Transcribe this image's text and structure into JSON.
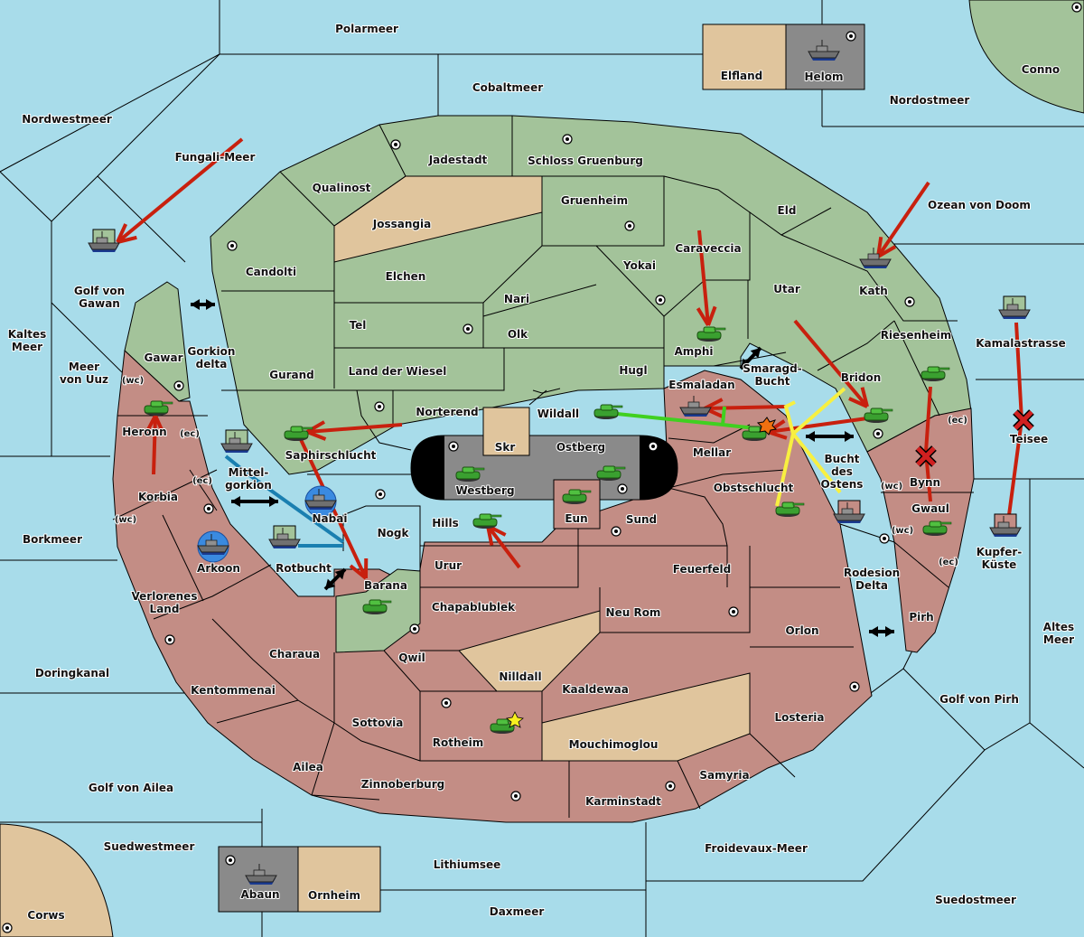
{
  "map": {
    "title": "Diplomacy-style board",
    "colors": {
      "sea": "#a8dcea",
      "power_green": "#a3c39a",
      "power_red": "#c38d85",
      "neutral_tan": "#e0c59d",
      "neutral_gray": "#8a8a8a",
      "order_move": "#c8200e",
      "order_support": "#f8f040",
      "order_support_green": "#40d020",
      "order_convoy": "#1a7fb0"
    },
    "seas": [
      "Polarmeer",
      "Cobaltmeer",
      "Nordwestmeer",
      "Fungali-Meer",
      "Nordostmeer",
      "Ozean von Doom",
      "Golf von Gawan",
      "Kaltes Meer",
      "Meer von Uuz",
      "Gorkion delta",
      "Mittel-gorkion",
      "Rotbucht",
      "Borkmeer",
      "Doringkanal",
      "Golf von Ailea",
      "Suedwestmeer",
      "Lithiumsee",
      "Daxmeer",
      "Froidevaux-Meer",
      "Suedostmeer",
      "Golf von Pirh",
      "Altes Meer",
      "Rodesion Delta",
      "Bucht des Ostens",
      "Smaragd-Bucht",
      "Kamalastrasse",
      "Teisee",
      "Kupfer-Küste"
    ],
    "labels": {
      "polarmeer": "Polarmeer",
      "cobaltmeer": "Cobaltmeer",
      "nordwestmeer": "Nordwestmeer",
      "fungali": "Fungali-Meer",
      "nordostmeer": "Nordostmeer",
      "ozean": "Ozean von Doom",
      "gawan1": "Golf von",
      "gawan2": "Gawan",
      "kaltes1": "Kaltes",
      "kaltes2": "Meer",
      "uuz1": "Meer",
      "uuz2": "von Uuz",
      "gorkion1": "Gorkion",
      "gorkion2": "delta",
      "mittel1": "Mittel-",
      "mittel2": "gorkion",
      "rotbucht": "Rotbucht",
      "borkmeer": "Borkmeer",
      "doringkanal": "Doringkanal",
      "ailea_golf": "Golf von Ailea",
      "suedwestmeer": "Suedwestmeer",
      "lithiumsee": "Lithiumsee",
      "daxmeer": "Daxmeer",
      "froidevaux": "Froidevaux-Meer",
      "suedostmeer": "Suedostmeer",
      "pirh_golf": "Golf von Pirh",
      "altes1": "Altes",
      "altes2": "Meer",
      "rodesion1": "Rodesion",
      "rodesion2": "Delta",
      "bucht1": "Bucht",
      "bucht2": "des",
      "bucht3": "Ostens",
      "smaragd1": "Smaragd-",
      "smaragd2": "Bucht",
      "kamala": "Kamalastrasse",
      "teisee": "Teisee",
      "kupfer1": "Kupfer-",
      "kupfer2": "Küste",
      "elfland": "Elfland",
      "helom": "Helom",
      "conno": "Conno",
      "abaun": "Abaun",
      "ornheim": "Ornheim",
      "corws": "Corws",
      "jadestadt": "Jadestadt",
      "schloss": "Schloss Gruenburg",
      "qualinost": "Qualinost",
      "jossangia": "Jossangia",
      "gruenheim": "Gruenheim",
      "candolti": "Candolti",
      "elchen": "Elchen",
      "caraveccia": "Caraveccia",
      "eld": "Eld",
      "yokai": "Yokai",
      "nari": "Nari",
      "tel": "Tel",
      "olk": "Olk",
      "utar": "Utar",
      "kath": "Kath",
      "amphi": "Amphi",
      "gurand": "Gurand",
      "wiesel": "Land der Wiesel",
      "hugl": "Hugl",
      "riesenheim": "Riesenheim",
      "gawar": "Gawar",
      "bridon": "Bridon",
      "norterend": "Norterend",
      "wildall": "Wildall",
      "esmaladan": "Esmaladan",
      "heronn": "Heronn",
      "saphir": "Saphirschlucht",
      "skr": "Skr",
      "ostberg": "Ostberg",
      "mellar": "Mellar",
      "westberg": "Westberg",
      "korbia": "Korbia",
      "nabai": "Nabai",
      "obstschlucht": "Obstschlucht",
      "bynn": "Bynn",
      "gwaul": "Gwaul",
      "hills": "Hills",
      "eun": "Eun",
      "sund": "Sund",
      "nogk": "Nogk",
      "arkoon": "Arkoon",
      "urur": "Urur",
      "feuerfeld": "Feuerfeld",
      "barana": "Barana",
      "verlorenes1": "Verlorenes",
      "verlorenes2": "Land",
      "chapablublek": "Chapablublek",
      "neurom": "Neu Rom",
      "orlon": "Orlon",
      "pirh": "Pirh",
      "charaua": "Charaua",
      "qwil": "Qwil",
      "nilldall": "Nilldall",
      "kentommenai": "Kentommenai",
      "kaaldewaa": "Kaaldewaa",
      "losteria": "Losteria",
      "sottovia": "Sottovia",
      "rotheim": "Rotheim",
      "mouchimoglou": "Mouchimoglou",
      "ailea": "Ailea",
      "samyria": "Samyria",
      "zinnoberburg": "Zinnoberburg",
      "karminstadt": "Karminstadt",
      "wc": "(wc)",
      "ec": "(ec)"
    },
    "units": [
      {
        "type": "fleet",
        "province": "Golf von Gawan",
        "owner": "green"
      },
      {
        "type": "fleet",
        "province": "Helom",
        "owner": "neutral"
      },
      {
        "type": "fleet",
        "province": "Kath",
        "owner": "green"
      },
      {
        "type": "fleet",
        "province": "Kamalastrasse",
        "owner": "green"
      },
      {
        "type": "army",
        "province": "Amphi",
        "owner": "green"
      },
      {
        "type": "army",
        "province": "Riesenheim",
        "owner": "green"
      },
      {
        "type": "army",
        "province": "Heronn",
        "owner": "green"
      },
      {
        "type": "fleet",
        "province": "Mittel-gorkion",
        "owner": "green"
      },
      {
        "type": "army",
        "province": "Saphirschlucht",
        "owner": "green"
      },
      {
        "type": "fleet",
        "province": "Nabai",
        "owner": "red",
        "circled": true
      },
      {
        "type": "fleet",
        "province": "Arkoon",
        "owner": "red",
        "circled": true
      },
      {
        "type": "fleet",
        "province": "Rotbucht",
        "owner": "green"
      },
      {
        "type": "army",
        "province": "Barana",
        "owner": "green"
      },
      {
        "type": "army",
        "province": "Wildall",
        "owner": "green"
      },
      {
        "type": "fleet",
        "province": "Esmaladan",
        "owner": "red"
      },
      {
        "type": "army",
        "province": "Mellar",
        "owner": "red",
        "dislodged": true
      },
      {
        "type": "army",
        "province": "Bridon",
        "owner": "green"
      },
      {
        "type": "army",
        "province": "Westberg",
        "owner": "neutral"
      },
      {
        "type": "army",
        "province": "Ostberg",
        "owner": "neutral"
      },
      {
        "type": "army",
        "province": "Eun",
        "owner": "red"
      },
      {
        "type": "army",
        "province": "Hills",
        "owner": "red"
      },
      {
        "type": "army",
        "province": "Obstschlucht",
        "owner": "red"
      },
      {
        "type": "fleet",
        "province": "Bucht des Ostens",
        "owner": "red"
      },
      {
        "type": "army",
        "province": "Gwaul",
        "owner": "red"
      },
      {
        "type": "fleet",
        "province": "Kupfer-Küste",
        "owner": "red"
      },
      {
        "type": "army",
        "province": "Rotheim",
        "owner": "red",
        "starred": true
      },
      {
        "type": "fleet",
        "province": "Abaun",
        "owner": "neutral"
      }
    ]
  }
}
